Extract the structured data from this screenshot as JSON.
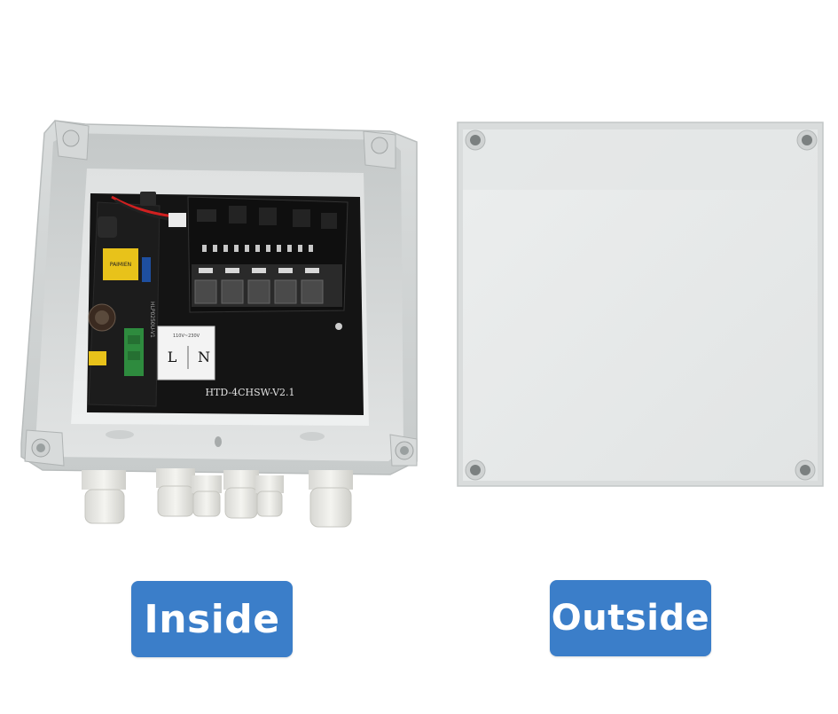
{
  "labels": {
    "inside": "Inside",
    "outside": "Outside"
  },
  "pcb": {
    "board_text": "HTD-4CHSW-V2.1",
    "terminal_letters": [
      "L",
      "N"
    ],
    "terminal_sticker_top": "110V~230V",
    "transformer_label": "PAIMIEN",
    "psu_label": "HLP0250U-V1"
  },
  "colors": {
    "badge": "#3b7ec9",
    "badge_text": "#ffffff",
    "enclosure": "#e6e8e8",
    "pcb": "#111111",
    "terminal_block": "#2e8b3e",
    "transformer": "#e8c21a"
  }
}
